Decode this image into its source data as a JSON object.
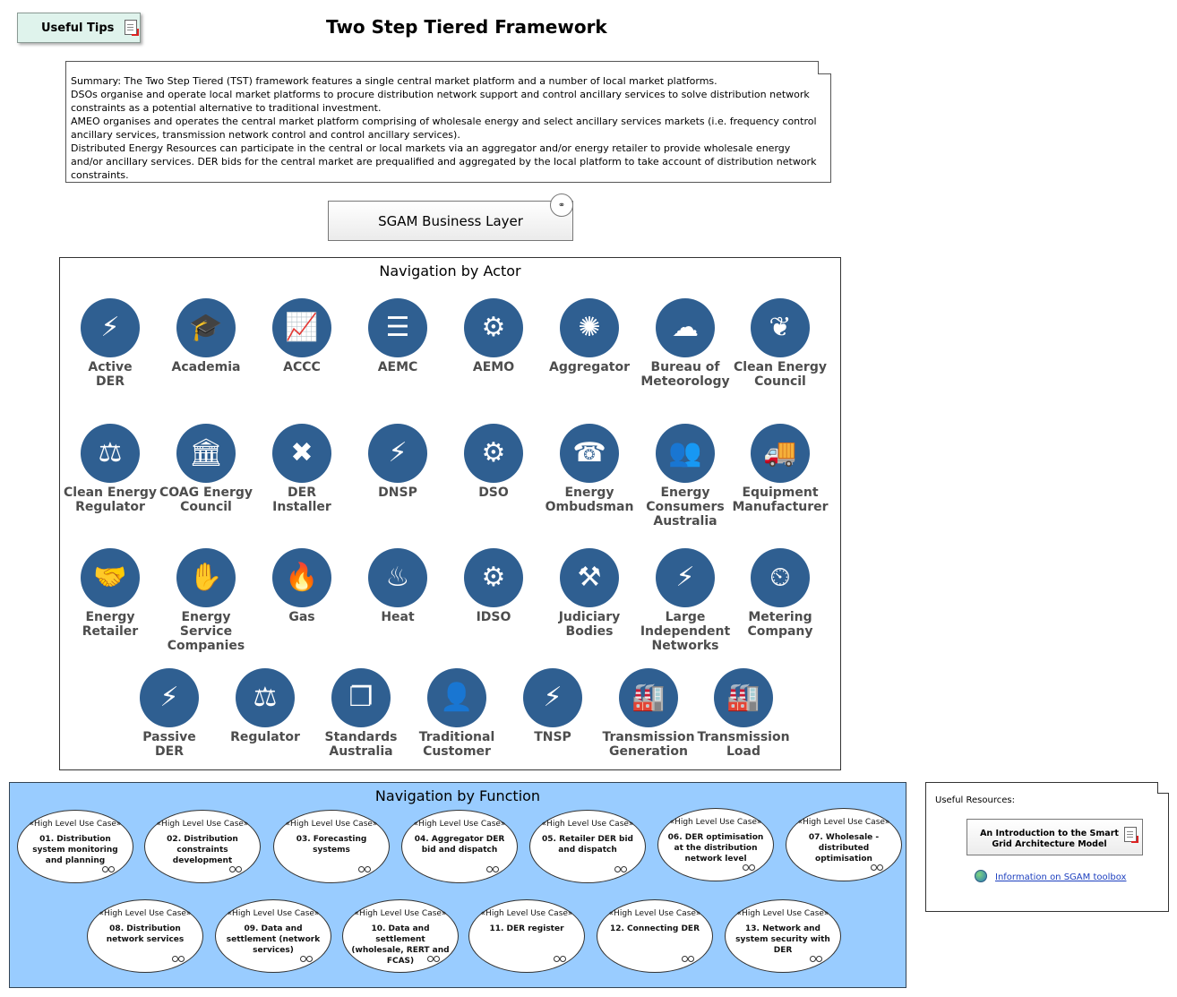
{
  "tips_button": {
    "label": "Useful Tips"
  },
  "page_title": "Two Step Tiered Framework",
  "summary": {
    "lines": [
      "Summary: The Two Step Tiered (TST) framework features a single central market platform and a number of local market platforms.",
      "DSOs organise and operate local market platforms to procure distribution network support and control ancillary services to solve distribution network constraints as a potential alternative to traditional investment.",
      "AMEO organises and operates the central market platform comprising of wholesale energy and select ancillary services markets (i.e. frequency control ancillary services, transmission network control and control ancillary services).",
      "Distributed Energy Resources can participate in the central or local markets via an aggregator and/or energy retailer to provide wholesale energy and/or ancillary services. DER bids for the central market are prequalified and aggregated by the local platform to take account of distribution network constraints."
    ]
  },
  "sgam_button": {
    "label": "SGAM Business Layer"
  },
  "actor_section": {
    "heading": "Navigation by Actor",
    "actors": [
      {
        "label": "Active\nDER",
        "icon": "network-triangle-icon",
        "glyph": "⚡"
      },
      {
        "label": "Academia",
        "icon": "graduation-cap-icon",
        "glyph": "🎓"
      },
      {
        "label": "ACCC",
        "icon": "trend-chart-icon",
        "glyph": "📈"
      },
      {
        "label": "AEMC",
        "icon": "checklist-icon",
        "glyph": "☰"
      },
      {
        "label": "AEMO",
        "icon": "gear-pylon-icon",
        "glyph": "⚙"
      },
      {
        "label": "Aggregator",
        "icon": "hub-icon",
        "glyph": "✺"
      },
      {
        "label": "Bureau of\nMeteorology",
        "icon": "weather-icon",
        "glyph": "☁"
      },
      {
        "label": "Clean Energy\nCouncil",
        "icon": "leaf-icon",
        "glyph": "❦"
      },
      {
        "label": "Clean Energy\nRegulator",
        "icon": "scales-icon",
        "glyph": "⚖"
      },
      {
        "label": "COAG Energy\nCouncil",
        "icon": "government-building-icon",
        "glyph": "🏛"
      },
      {
        "label": "DER\nInstaller",
        "icon": "tools-icon",
        "glyph": "✖"
      },
      {
        "label": "DNSP",
        "icon": "pylon-icon",
        "glyph": "⚡"
      },
      {
        "label": "DSO",
        "icon": "gear-pylon-icon",
        "glyph": "⚙"
      },
      {
        "label": "Energy\nOmbudsman",
        "icon": "headset-person-icon",
        "glyph": "☎"
      },
      {
        "label": "Energy\nConsumers\nAustralia",
        "icon": "people-group-icon",
        "glyph": "👥"
      },
      {
        "label": "Equipment\nManufacturer",
        "icon": "truck-icon",
        "glyph": "🚚"
      },
      {
        "label": "Energy\nRetailer",
        "icon": "handshake-icon",
        "glyph": "🤝"
      },
      {
        "label": "Energy Service\nCompanies",
        "icon": "hand-energy-icon",
        "glyph": "✋"
      },
      {
        "label": "Gas",
        "icon": "flame-icon",
        "glyph": "🔥"
      },
      {
        "label": "Heat",
        "icon": "heat-waves-icon",
        "glyph": "♨"
      },
      {
        "label": "IDSO",
        "icon": "gear-pylon-icon",
        "glyph": "⚙"
      },
      {
        "label": "Judiciary\nBodies",
        "icon": "gavel-icon",
        "glyph": "⚒"
      },
      {
        "label": "Large\nIndependent\nNetworks",
        "icon": "twin-pylon-icon",
        "glyph": "⚡"
      },
      {
        "label": "Metering\nCompany",
        "icon": "meter-icon",
        "glyph": "⏲"
      },
      {
        "label": "Passive\nDER",
        "icon": "lightning-icon",
        "glyph": "⚡"
      },
      {
        "label": "Regulator",
        "icon": "scales-person-icon",
        "glyph": "⚖"
      },
      {
        "label": "Standards\nAustralia",
        "icon": "documents-icon",
        "glyph": "❐"
      },
      {
        "label": "Traditional\nCustomer",
        "icon": "person-icon",
        "glyph": "👤"
      },
      {
        "label": "TNSP",
        "icon": "transmission-tower-icon",
        "glyph": "⚡"
      },
      {
        "label": "Transmission\nGeneration",
        "icon": "power-plant-icon",
        "glyph": "🏭"
      },
      {
        "label": "Transmission\nLoad",
        "icon": "factory-icon",
        "glyph": "🏭"
      }
    ]
  },
  "function_section": {
    "heading": "Navigation by Function",
    "stereotype": "«High Level Use Case»",
    "use_cases": [
      "01. Distribution system monitoring and planning",
      "02. Distribution constraints development",
      "03. Forecasting systems",
      "04. Aggregator DER bid and dispatch",
      "05. Retailer DER bid and dispatch",
      "06. DER optimisation at the distribution network level",
      "07. Wholesale - distributed optimisation",
      "08. Distribution network services",
      "09. Data and settlement (network services)",
      "10. Data and settlement (wholesale, RERT and FCAS)",
      "11. DER register",
      "12. Connecting DER",
      "13. Network and system security with DER"
    ]
  },
  "resources": {
    "title": "Useful Resources:",
    "doc_button": "An Introduction to the Smart Grid Architecture Model",
    "link": "Information on SGAM toolbox"
  },
  "colors": {
    "icon_blue": "#2f5f91",
    "function_bg": "#99ccff",
    "tips_bg": "#dff3ec"
  }
}
